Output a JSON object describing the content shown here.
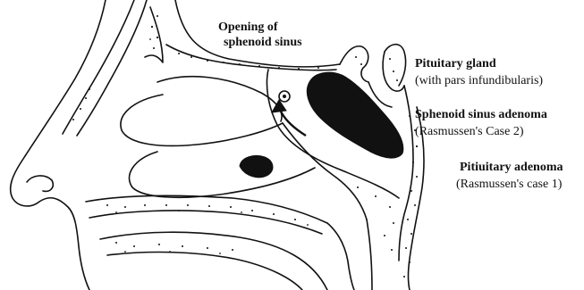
{
  "labels": {
    "opening_line1": "Opening of",
    "opening_line2": "sphenoid sinus",
    "pituitary_gland": "Pituitary gland",
    "pituitary_gland_sub": "(with pars infundibularis)",
    "sphenoid_adenoma": "Sphenoid sinus adenoma",
    "sphenoid_adenoma_sub": "(Rasmussen's Case 2)",
    "pituitary_adenoma": "Pitiuitary adenoma",
    "pituitary_adenoma_sub": "(Rasmussen's case 1)"
  },
  "colors": {
    "ink": "#111111",
    "background": "#ffffff"
  }
}
